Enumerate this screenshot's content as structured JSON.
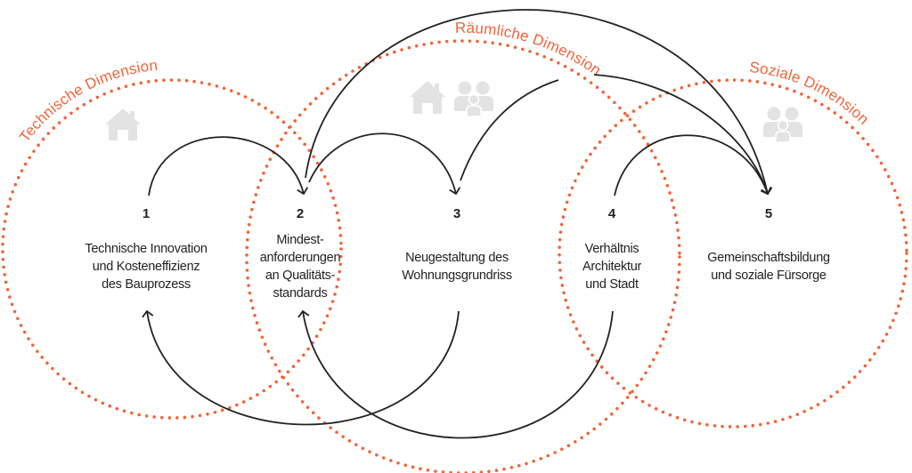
{
  "colors": {
    "accent": "#f0653a",
    "line": "#222222",
    "icon": "#e3e3e3"
  },
  "dimensions": [
    {
      "label": "Technische Dimension",
      "icons": [
        "house-icon"
      ]
    },
    {
      "label": "Räumliche Dimension",
      "icons": [
        "house-icon",
        "people-icon"
      ]
    },
    {
      "label": "Soziale Dimension",
      "icons": [
        "people-icon"
      ]
    }
  ],
  "nodes": [
    {
      "number": "1",
      "lines": [
        "Technische Innovation",
        "und Kosteneffizienz",
        "des Bauprozess"
      ]
    },
    {
      "number": "2",
      "lines": [
        "Mindest-",
        "anforderungen",
        "an Qualitäts-",
        "standards"
      ]
    },
    {
      "number": "3",
      "lines": [
        "Neugestaltung des",
        "Wohnungsgrundriss"
      ]
    },
    {
      "number": "4",
      "lines": [
        "Verhältnis",
        "Architektur",
        "und Stadt"
      ]
    },
    {
      "number": "5",
      "lines": [
        "Gemeinschaftsbildung",
        "und soziale Fürsorge"
      ]
    }
  ],
  "connections": [
    {
      "from": "1",
      "to": "2"
    },
    {
      "from": "2",
      "to": "3"
    },
    {
      "from": "2",
      "to": "5"
    },
    {
      "from": "3",
      "to": "5"
    },
    {
      "from": "4",
      "to": "5"
    },
    {
      "from": "3",
      "to": "1"
    },
    {
      "from": "4",
      "to": "2"
    }
  ]
}
